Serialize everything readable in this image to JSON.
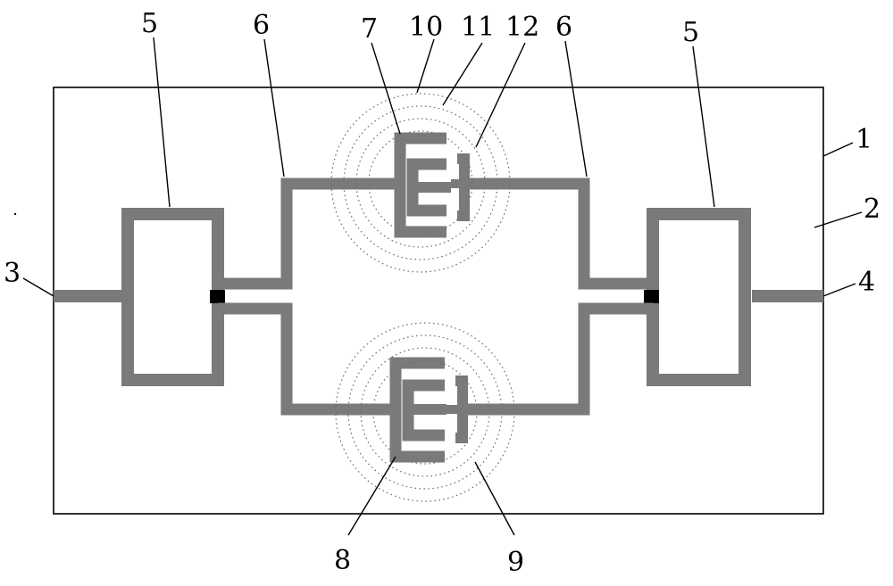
{
  "labels": {
    "substrate": "1",
    "ground_region": "2",
    "input_port": "3",
    "output_port": "4",
    "coupler_left": "5",
    "coupler_right": "5",
    "branch_left": "6",
    "branch_right": "6",
    "upper_resonator": "7",
    "lower_resonator": "8",
    "lower_field": "9",
    "upper_field_outer": "10",
    "upper_field_middle": "11",
    "upper_field_inner": "12"
  },
  "colors": {
    "trace": "#7a7a7a",
    "pad": "#000000",
    "field_rings": "#6f6f6f",
    "outline": "#000000"
  }
}
